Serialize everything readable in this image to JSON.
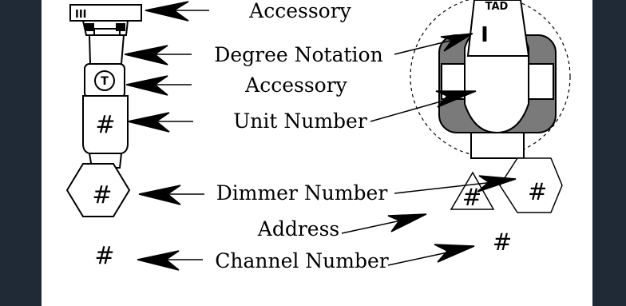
{
  "labels": {
    "accessory_top": "Accessory",
    "degree_notation": "Degree Notation",
    "accessory_mid": "Accessory",
    "unit_number": "Unit Number",
    "dimmer_number": "Dimmer Number",
    "address": "Address",
    "channel_number": "Channel Number"
  },
  "symbols": {
    "unit_hash": "#",
    "dimmer_hash": "#",
    "channel_hash": "#",
    "plan_dimmer_hash": "#",
    "plan_address_hash": "#",
    "plan_channel_hash": "#",
    "tad_tag": "TAD",
    "degree_tick": "I",
    "accessory_icon_letter": "T",
    "accessory_cap_marks": "III"
  },
  "colors": {
    "frame": "#1f2a36",
    "paper": "#ffffff",
    "ink": "#000000",
    "fixture_shade": "#7a7a7a"
  }
}
